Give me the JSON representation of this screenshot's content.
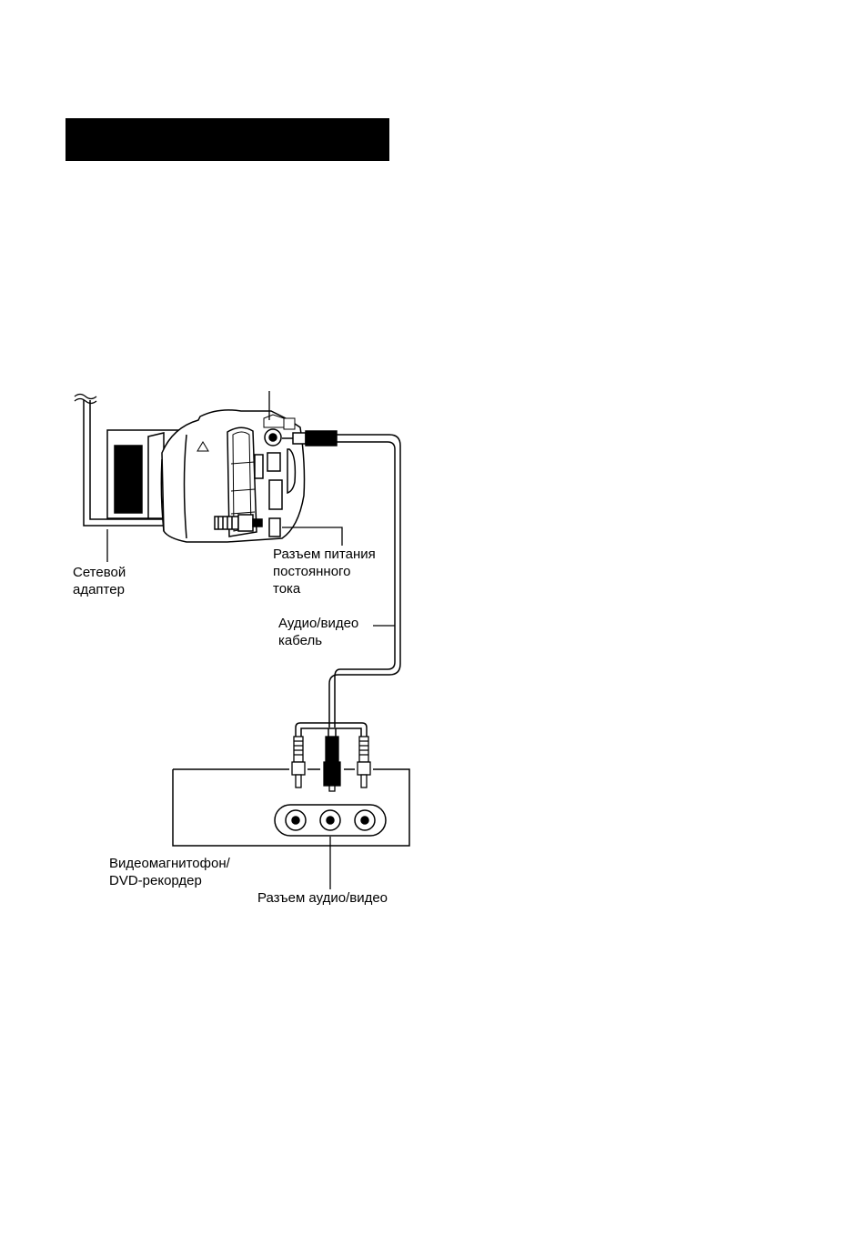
{
  "header": {
    "title": ""
  },
  "labels": {
    "ac_adapter": [
      "Сетевой",
      "адаптер"
    ],
    "dc_jack": [
      "Разъем питания",
      "постоянного",
      "тока"
    ],
    "av_cable": [
      "Аудио/видео",
      "кабель"
    ],
    "recorder": [
      "Видеомагнитофон/",
      "DVD-рекордер"
    ],
    "av_connector": [
      "Разъем аудио/видео"
    ]
  }
}
